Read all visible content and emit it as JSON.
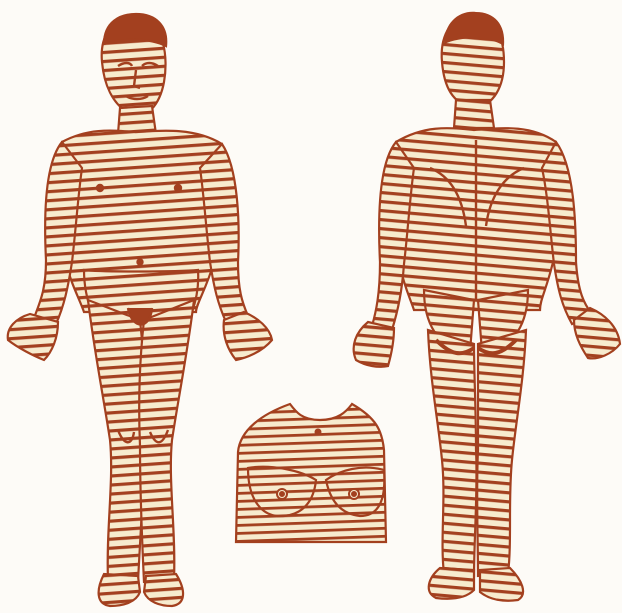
{
  "illustration": {
    "figures": [
      {
        "name": "front-male-figure",
        "view": "front",
        "icon": "male-figure-front"
      },
      {
        "name": "back-male-figure",
        "view": "back",
        "icon": "male-figure-back"
      },
      {
        "name": "female-torso-inset",
        "view": "front",
        "icon": "female-torso"
      }
    ]
  },
  "colors": {
    "background": "#fdfbf7",
    "skin": "#f7ebce",
    "line": "#a3401f"
  }
}
